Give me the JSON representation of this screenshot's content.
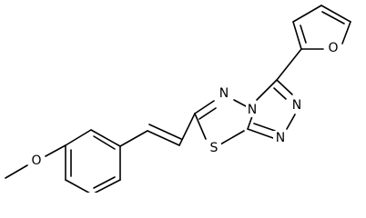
{
  "molecule": {
    "atoms": {
      "o_methoxy": "O",
      "s_thiadiazole": "S",
      "n_ring_top": "N",
      "n_fused": "N",
      "n_triazole_right": "N",
      "n_triazole_bottom": "N",
      "o_furan": "O"
    },
    "colors": {
      "bond": "#000000",
      "label": "#000000",
      "background": "#ffffff"
    }
  }
}
